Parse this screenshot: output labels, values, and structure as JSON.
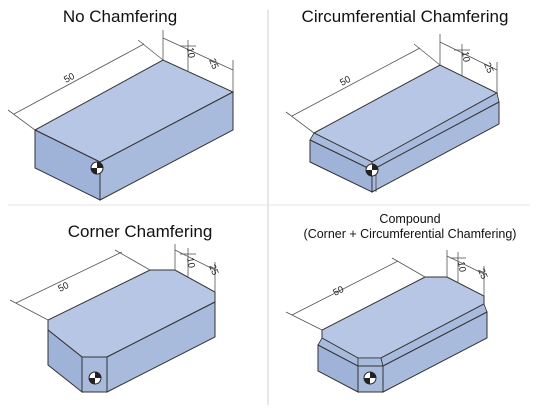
{
  "panels": [
    {
      "id": "no-chamfering",
      "title": "No Chamfering"
    },
    {
      "id": "circumferential-chamfering",
      "title": "Circumferential Chamfering"
    },
    {
      "id": "corner-chamfering",
      "title": "Corner Chamfering"
    },
    {
      "id": "compound",
      "title_line1": "Compound",
      "title_line2": "(Corner + Circumferential Chamfering)"
    }
  ],
  "dimensions": {
    "length": "50",
    "width": "25",
    "height": "10"
  },
  "colors": {
    "top_face": "#b7c6e4",
    "side_face": "#a9bbdd",
    "front_face": "#9fb2d8",
    "edge": "#333333",
    "dim_line": "#555555",
    "panel_border": "#cfcfcf"
  },
  "icons": [
    "datum-marker-icon"
  ]
}
